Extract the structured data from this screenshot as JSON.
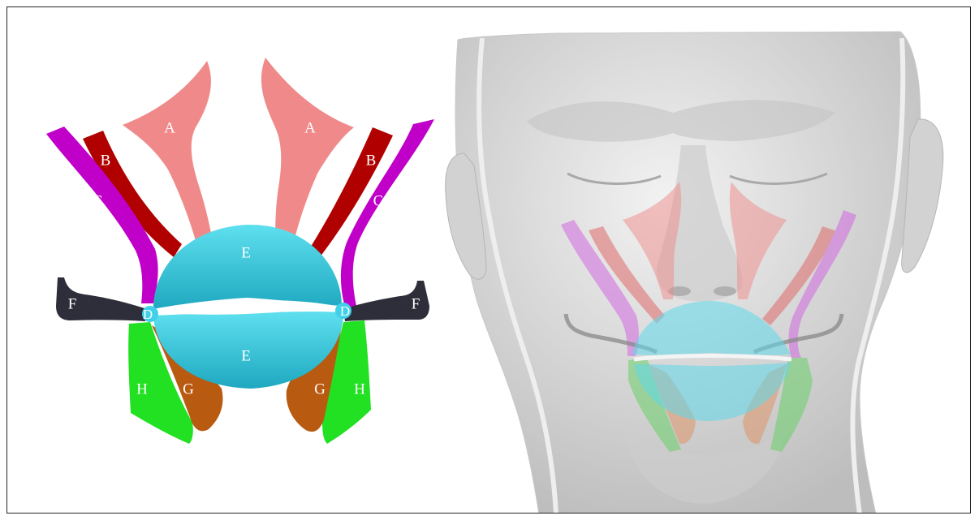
{
  "labels": {
    "A": "A",
    "B": "B",
    "C": "C",
    "D": "D",
    "E": "E",
    "F": "F",
    "G": "G",
    "H": "H"
  },
  "colors": {
    "A": "#f08a8a",
    "B": "#b00000",
    "C": "#c000c8",
    "D": "#40d0e8",
    "E": "#35c8dc",
    "F": "#2e2e3a",
    "G": "#b85a10",
    "H": "#22e022",
    "head": "#d9d9d9"
  }
}
